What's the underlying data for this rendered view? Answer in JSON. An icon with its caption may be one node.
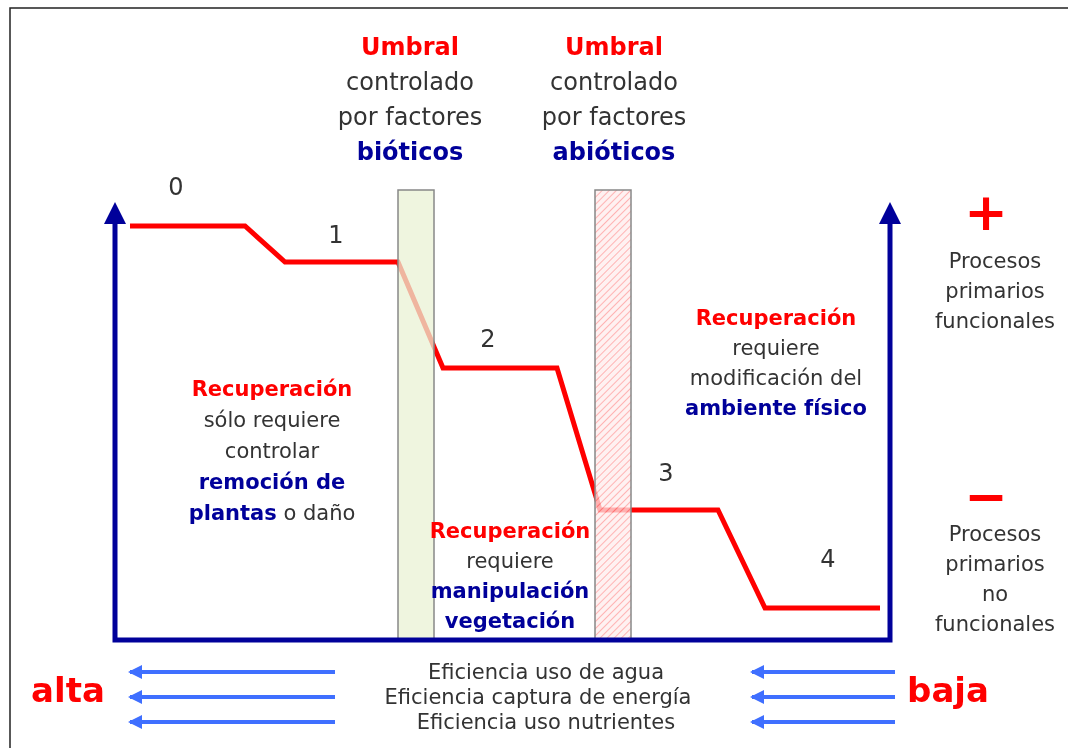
{
  "diagram": {
    "nodes": [
      {
        "text": [],
        "shape": "bar"
      },
      {
        "text": [],
        "shape": "bar"
      }
    ],
    "labels": [
      "**Umbral** controlado por factores **bióticos**",
      "**Umbral** controlado por factores **abióticos**",
      "0",
      "+",
      "1",
      "Procesos primarios funcionales",
      "2",
      "**Recuperación** requiere modificación del **ambiente físico**",
      "**Recuperación** sólo requiere controlar **remoción de plantas** o daño",
      "3",
      "−",
      "**Recuperación** requiere **manipulación vegetación**",
      "4",
      "Procesos primarios no funcionales",
      "Eficiencia uso de agua",
      "alta",
      "Eficiencia captura de energía",
      "baja",
      "Eficiencia uso nutrientes"
    ]
  }
}
